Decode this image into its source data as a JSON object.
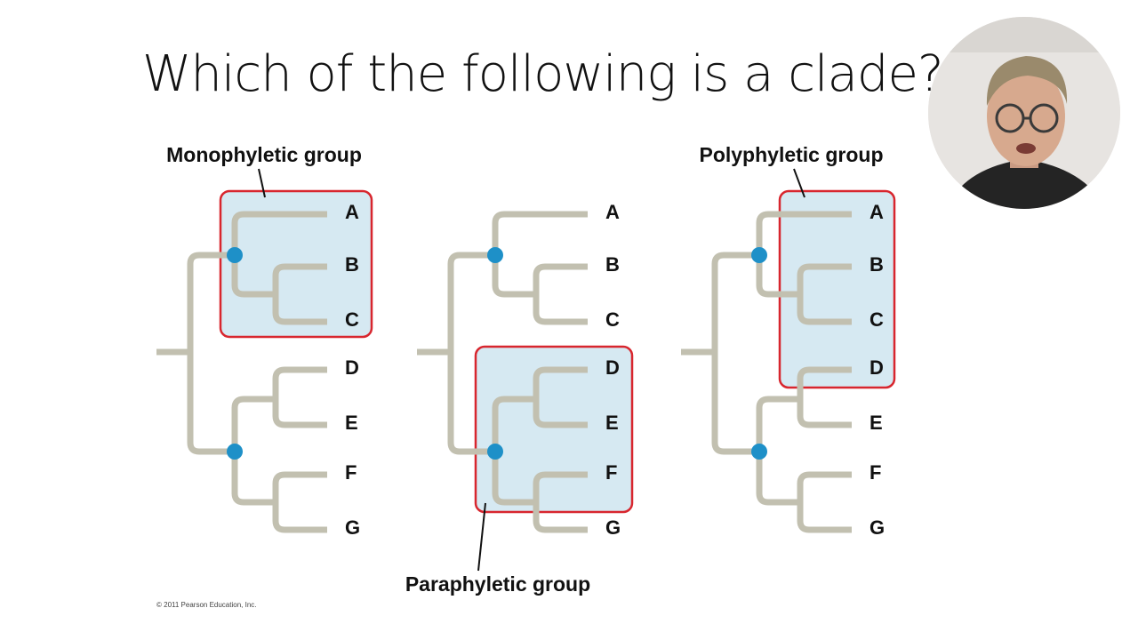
{
  "slide": {
    "title": "Which of the following is a clade?",
    "copyright": "© 2011 Pearson Education, Inc."
  },
  "colors": {
    "branch": "#c2c0b0",
    "node": "#1e90c8",
    "highlight_fill": "#d6e9f2",
    "highlight_stroke": "#d8262e",
    "label": "#111111"
  },
  "trees": [
    {
      "id": "monophyletic",
      "leaves": [
        "A",
        "B",
        "C",
        "D",
        "E",
        "F",
        "G"
      ],
      "group_label": "Monophyletic group",
      "grouped_leaves": [
        "A",
        "B",
        "C"
      ]
    },
    {
      "id": "paraphyletic",
      "leaves": [
        "A",
        "B",
        "C",
        "D",
        "E",
        "F",
        "G"
      ],
      "group_label": "Paraphyletic group",
      "grouped_leaves": [
        "D",
        "E",
        "F"
      ]
    },
    {
      "id": "polyphyletic",
      "leaves": [
        "A",
        "B",
        "C",
        "D",
        "E",
        "F",
        "G"
      ],
      "group_label": "Polyphyletic group",
      "grouped_leaves": [
        "A",
        "B",
        "C",
        "D"
      ]
    }
  ]
}
